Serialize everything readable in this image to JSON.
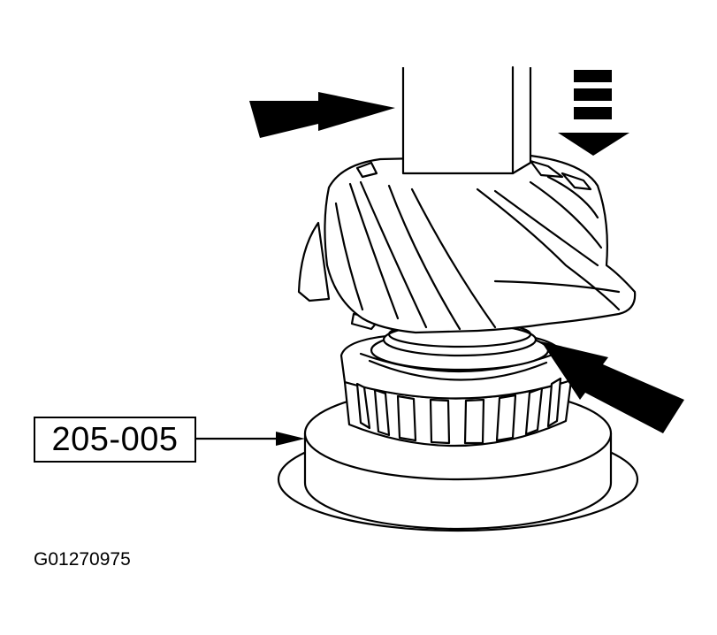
{
  "diagram": {
    "tool_label": "205-005",
    "figure_id": "G01270975"
  },
  "icons": [
    "press-ram",
    "pinion-gear",
    "roller-bearing",
    "bearing-support-tool",
    "press-direction-arrow",
    "pointer-arrow"
  ]
}
